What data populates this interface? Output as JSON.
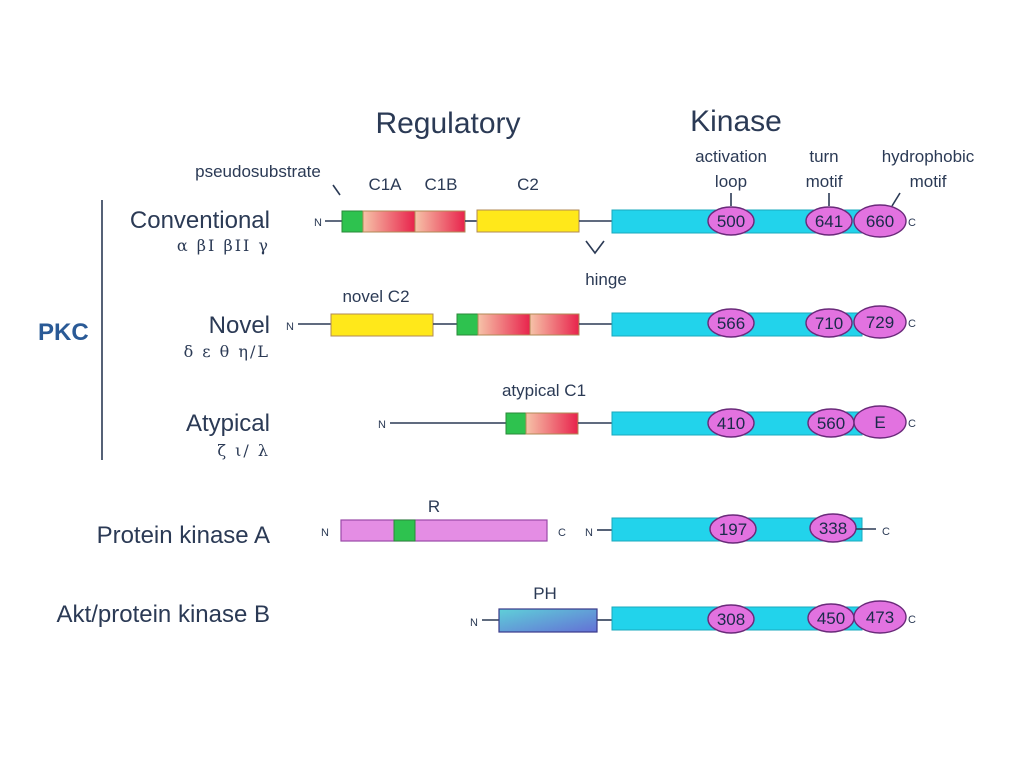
{
  "headers": {
    "regulatory": "Regulatory",
    "kinase": "Kinase"
  },
  "group_label": "PKC",
  "domain_labels": {
    "pseudosubstrate": "pseudosubstrate",
    "c1a": "C1A",
    "c1b": "C1B",
    "c2": "C2",
    "activation_loop": [
      "activation",
      "loop"
    ],
    "turn_motif": [
      "turn",
      "motif"
    ],
    "hydrophobic_motif": [
      "hydrophobic",
      "motif"
    ],
    "hinge": "hinge",
    "novel_c2": "novel C2",
    "atypical_c1": "atypical C1",
    "r": "R",
    "ph": "PH"
  },
  "termini": {
    "n": "N",
    "c": "C"
  },
  "rows": {
    "conventional": {
      "name": "Conventional",
      "isoforms": "α βI βII γ",
      "sites": [
        "500",
        "641",
        "660"
      ]
    },
    "novel": {
      "name": "Novel",
      "isoforms": "δ ε θ η/L",
      "sites": [
        "566",
        "710",
        "729"
      ]
    },
    "atypical": {
      "name": "Atypical",
      "isoforms": "ζ ι/ λ",
      "sites": [
        "410",
        "560",
        "E"
      ]
    },
    "pka": {
      "name": "Protein kinase A",
      "sites": [
        "197",
        "338"
      ]
    },
    "akt": {
      "name": "Akt/protein kinase B",
      "sites": [
        "308",
        "450",
        "473"
      ]
    }
  },
  "colors": {
    "kinase": "#22d3eb",
    "pseudosubstrate": "#2ec24f",
    "c1_start": "#f4b79a",
    "c1_end": "#e8234c",
    "c2": "#ffe81a",
    "pka_r": "#e48de4",
    "ph_start": "#57c8d6",
    "ph_end": "#6a78d8",
    "site": "#e272e0",
    "pkc_label": "#2a5a96"
  }
}
